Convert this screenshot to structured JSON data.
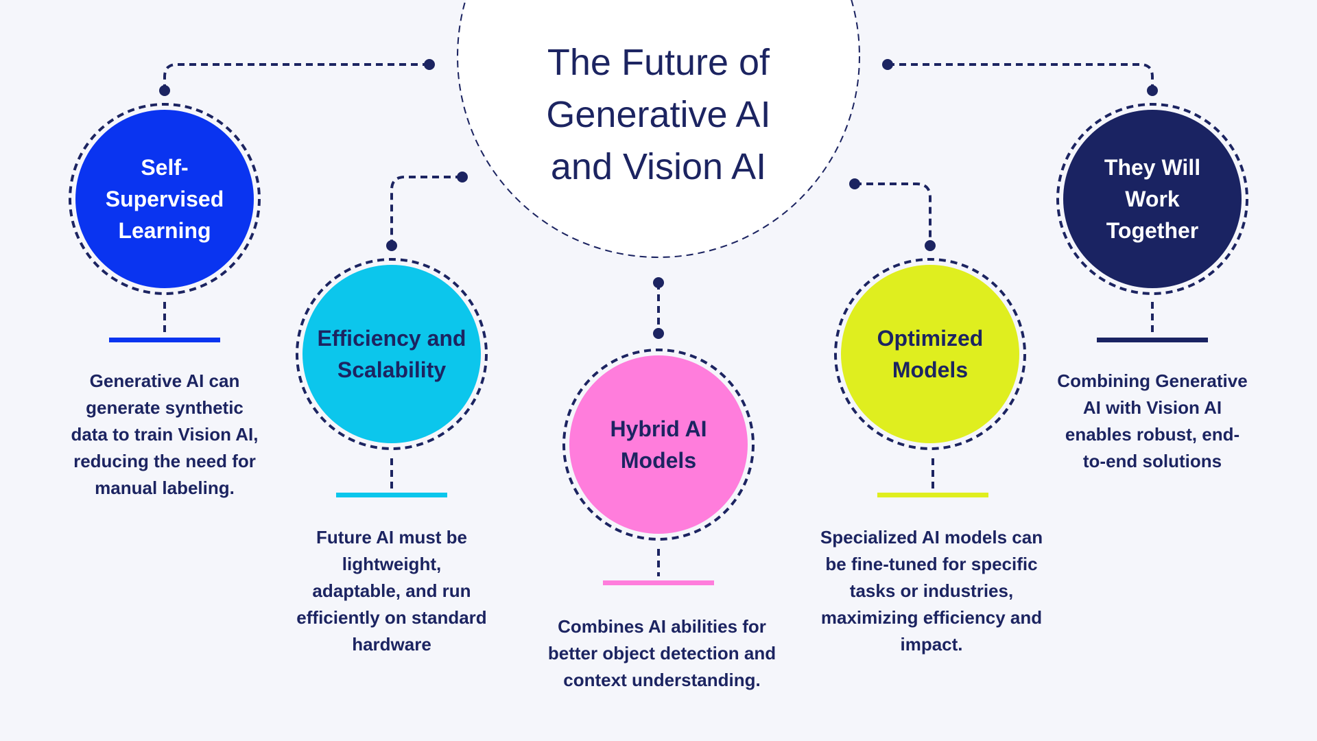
{
  "title": "The Future of Generative AI and Vision AI",
  "colors": {
    "background": "#f5f6fb",
    "navy": "#1c2461",
    "dash": "#1c2461"
  },
  "nodes": [
    {
      "label": "Self-Supervised Learning",
      "description": "Generative AI can generate synthetic data to train Vision AI, reducing the need for manual labeling.",
      "color": "#0a34f0",
      "text_color": "#ffffff"
    },
    {
      "label": "Efficiency and Scalability",
      "description": "Future AI must be lightweight, adaptable, and run efficiently on standard hardware",
      "color": "#0cc6ec",
      "text_color": "#1c2461"
    },
    {
      "label": "Hybrid AI Models",
      "description": "Combines AI abilities for better object detection and context understanding.",
      "color": "#ff7ddc",
      "text_color": "#1c2461"
    },
    {
      "label": "Optimized Models",
      "description": "Specialized AI models can be fine-tuned for specific tasks or industries, maximizing efficiency and impact.",
      "color": "#dfee1f",
      "text_color": "#1c2461"
    },
    {
      "label": "They Will Work Together",
      "description": "Combining Generative AI with Vision AI enables robust, end-to-end solutions",
      "color": "#1a2362",
      "text_color": "#ffffff"
    }
  ]
}
